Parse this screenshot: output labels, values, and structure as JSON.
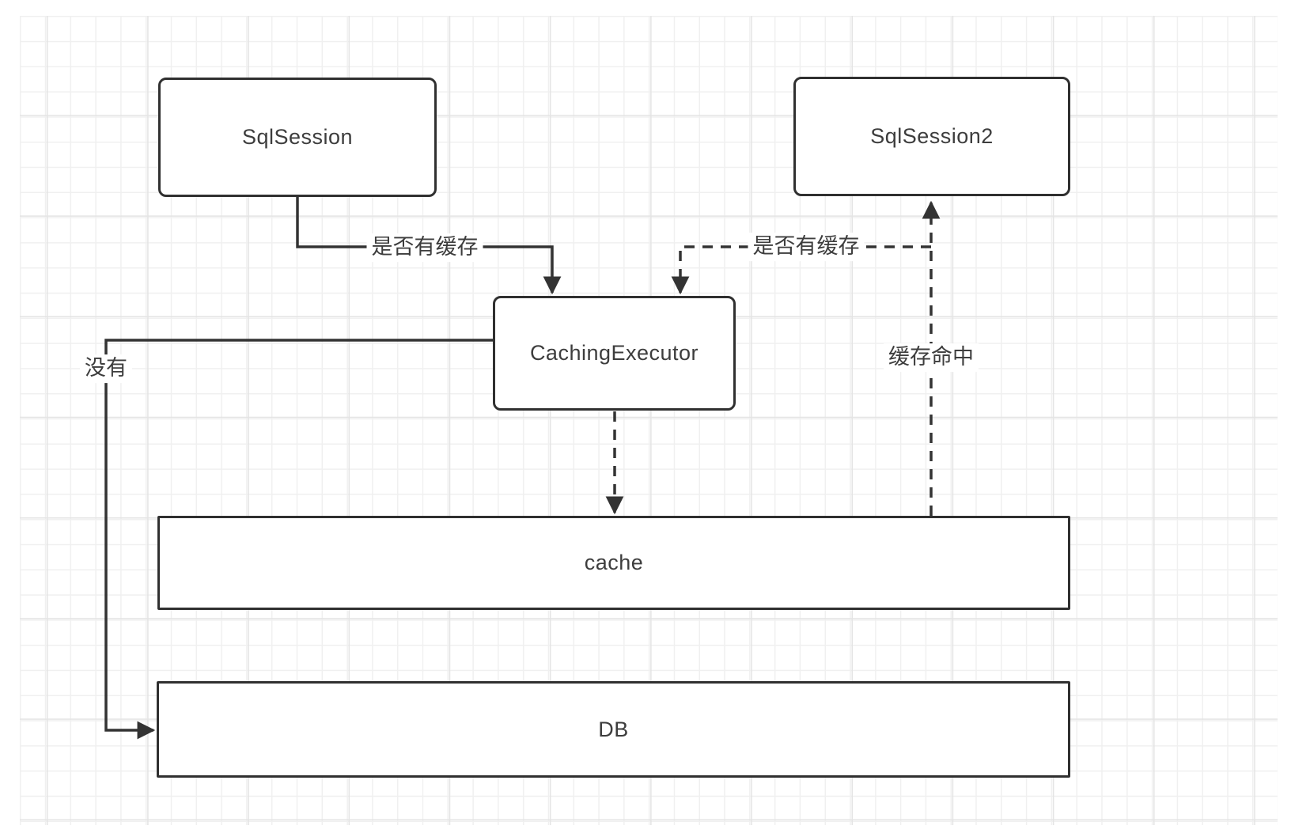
{
  "diagram": {
    "nodes": {
      "sqlSession": {
        "label": "SqlSession"
      },
      "sqlSession2": {
        "label": "SqlSession2"
      },
      "cachingExecutor": {
        "label": "CachingExecutor"
      },
      "cache": {
        "label": "cache"
      },
      "db": {
        "label": "DB"
      }
    },
    "edges": {
      "sqlSessionToCachingExecutor": {
        "label": "是否有缓存",
        "style": "solid"
      },
      "sqlSession2ToCachingExecutor": {
        "label": "是否有缓存",
        "style": "dashed"
      },
      "cachingExecutorToDb": {
        "label": "没有",
        "style": "solid"
      },
      "cacheToSqlSession2": {
        "label": "缓存命中",
        "style": "dashed"
      },
      "cachingExecutorToCache": {
        "style": "dashed"
      }
    },
    "colors": {
      "line": "#333333",
      "node_border": "#303030",
      "node_fill": "#ffffff",
      "text": "#3d3d3d",
      "grid_minor": "#f0f0f0",
      "grid_major": "#e4e4e4",
      "background": "#ffffff"
    }
  }
}
